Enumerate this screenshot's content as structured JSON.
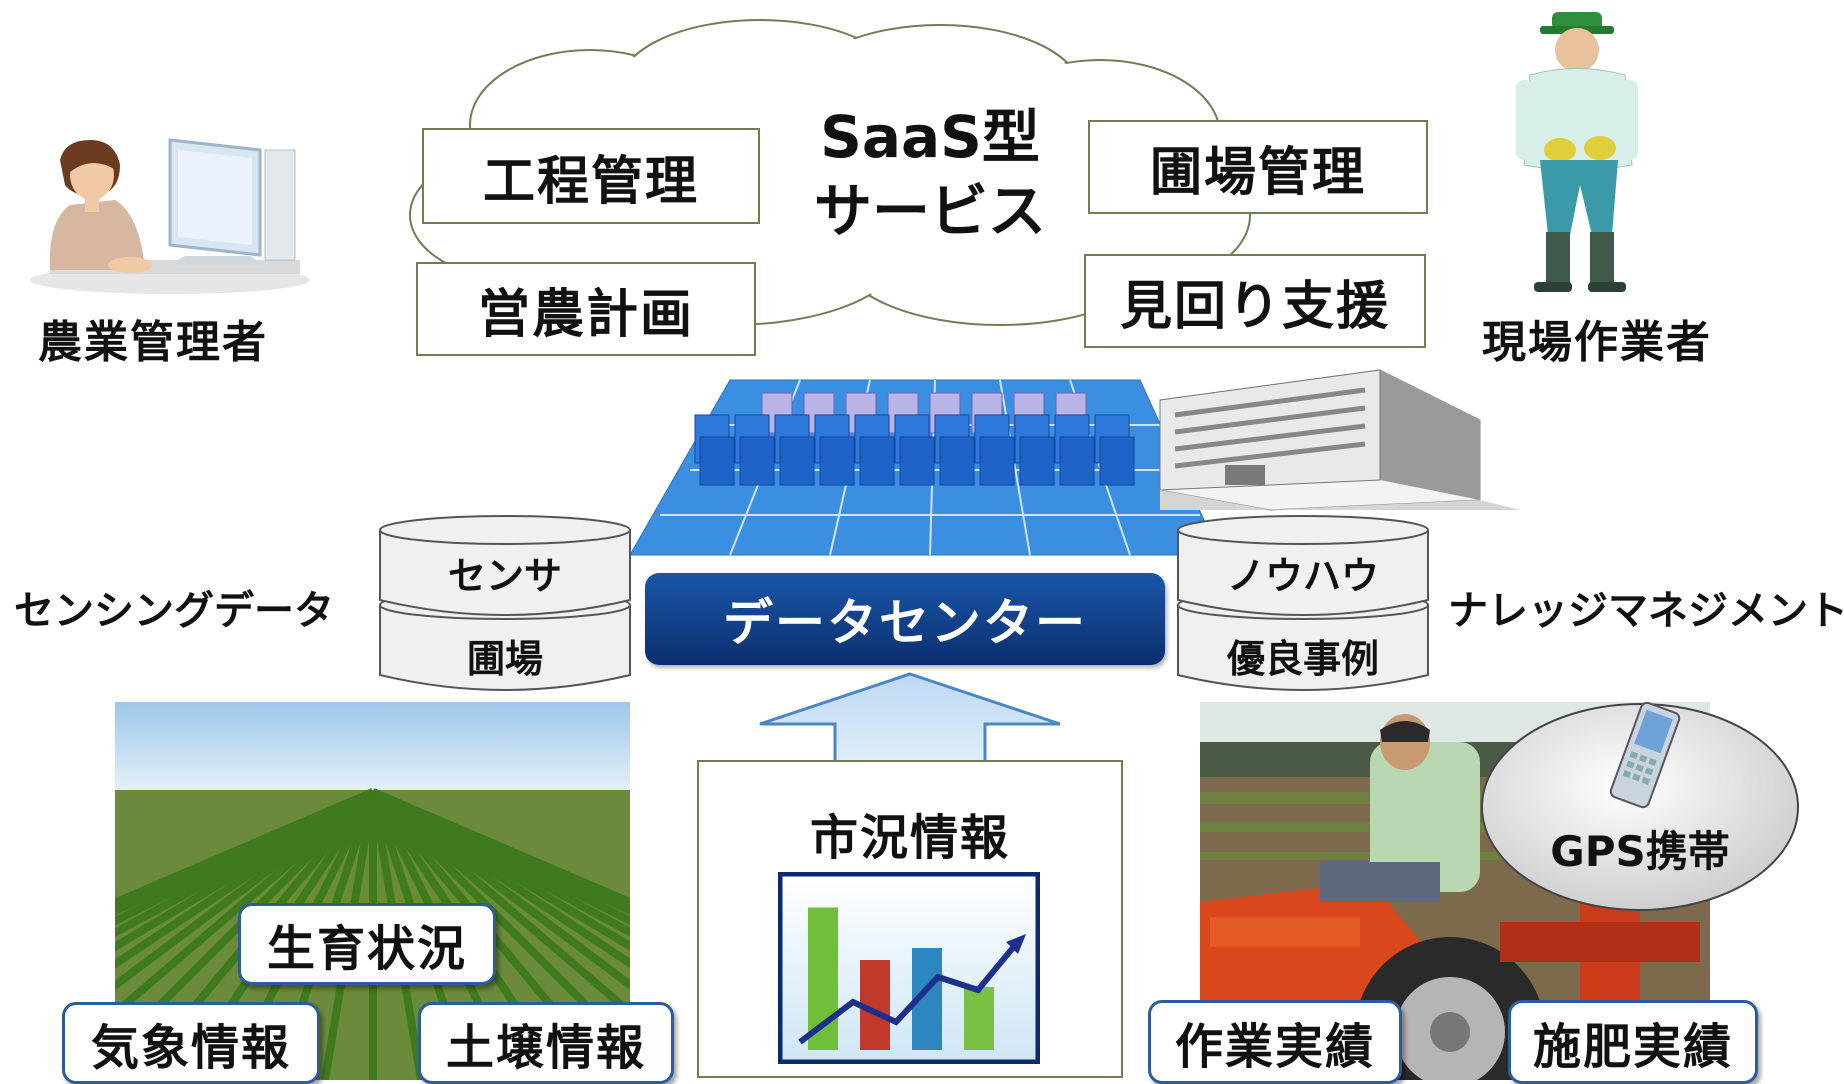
{
  "cloud": {
    "title_line1": "SaaS型",
    "title_line2": "サービス",
    "services": [
      "工程管理",
      "圃場管理",
      "営農計画",
      "見回り支援"
    ]
  },
  "people": {
    "manager": "農業管理者",
    "worker": "現場作業者"
  },
  "datacenter": {
    "label": "データセンター",
    "left_group_label": "センシングデータ",
    "right_group_label": "ナレッジマネジメント",
    "left_cylinders": [
      "センサ",
      "圃場"
    ],
    "right_cylinders": [
      "ノウハウ",
      "優良事例"
    ]
  },
  "field": {
    "tags": [
      "生育状況",
      "気象情報",
      "土壌情報"
    ]
  },
  "market": {
    "label": "市況情報",
    "chart_bars": [
      {
        "color": "#6fbf3b",
        "value": 0.95
      },
      {
        "color": "#c0392b",
        "value": 0.6
      },
      {
        "color": "#2e86c1",
        "value": 0.68
      },
      {
        "color": "#7ac143",
        "value": 0.42
      }
    ]
  },
  "tractor": {
    "gps_label": "GPS携帯",
    "tags": [
      "作業実績",
      "施肥実績"
    ]
  },
  "colors": {
    "accent_blue": "#0e3d84",
    "tag_border": "#2b5d9c",
    "box_border": "#6f7f54"
  }
}
